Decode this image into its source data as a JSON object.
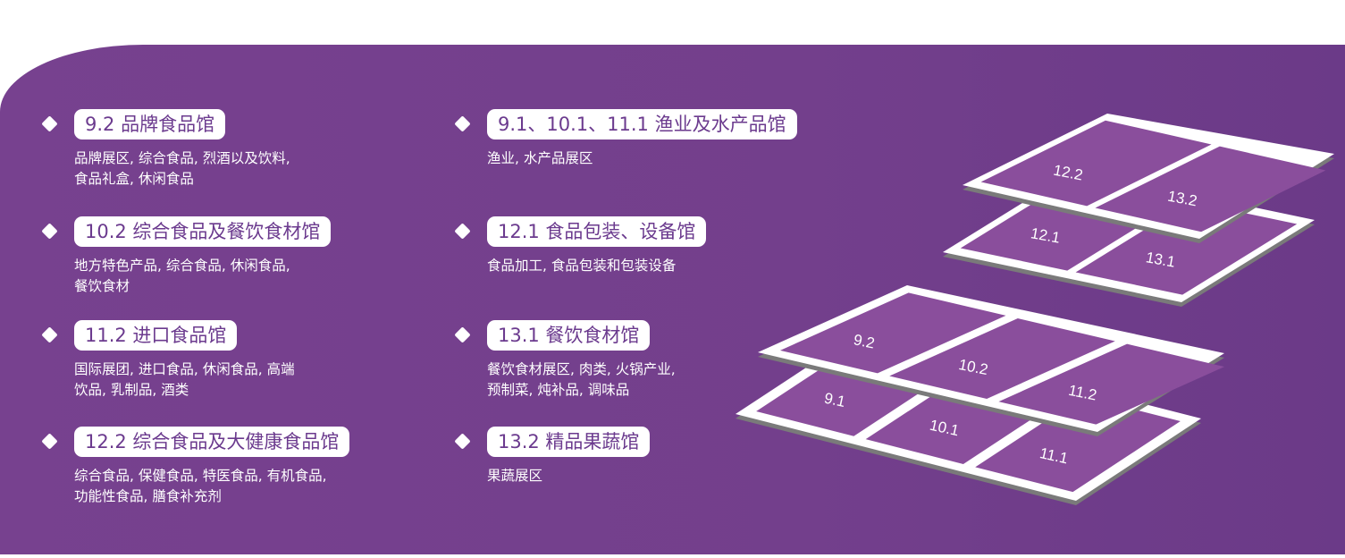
{
  "halls": [
    {
      "title": "9.2  品牌食品馆",
      "desc": "品牌展区, 综合食品, 烈酒以及饮料,\n食品礼盒, 休闲食品"
    },
    {
      "title": "10.2  综合食品及餐饮食材馆",
      "desc": "地方特色产品, 综合食品, 休闲食品,\n餐饮食材"
    },
    {
      "title": "11.2  进口食品馆",
      "desc": "国际展团, 进口食品, 休闲食品, 高端\n饮品, 乳制品, 酒类"
    },
    {
      "title": "12.2  综合食品及大健康食品馆",
      "desc": "综合食品, 保健食品, 特医食品, 有机食品,\n功能性食品, 膳食补充剂"
    },
    {
      "title": "9.1、10.1、11.1  渔业及水产品馆",
      "desc": "渔业, 水产品展区"
    },
    {
      "title": "12.1  食品包装、设备馆",
      "desc": "食品加工, 食品包装和包装设备"
    },
    {
      "title": "13.1  餐饮食材馆",
      "desc": "餐饮食材展区, 肉类, 火锅产业,\n预制菜, 炖补品, 调味品"
    },
    {
      "title": "13.2  精品果蔬馆",
      "desc": "果蔬展区"
    }
  ],
  "floor_map": {
    "platforms": [
      {
        "cells": [
          "9.1",
          "10.1",
          "11.1"
        ]
      },
      {
        "cells": [
          "9.2",
          "10.2",
          "11.2"
        ]
      },
      {
        "cells": [
          "12.1",
          "13.1"
        ]
      },
      {
        "cells": [
          "12.2",
          "13.2"
        ]
      }
    ]
  },
  "colors": {
    "panel": "#743f8c",
    "cell": "#8a4e9c",
    "title_text": "#6b3a8e",
    "shadow": "#7a7a7a"
  }
}
